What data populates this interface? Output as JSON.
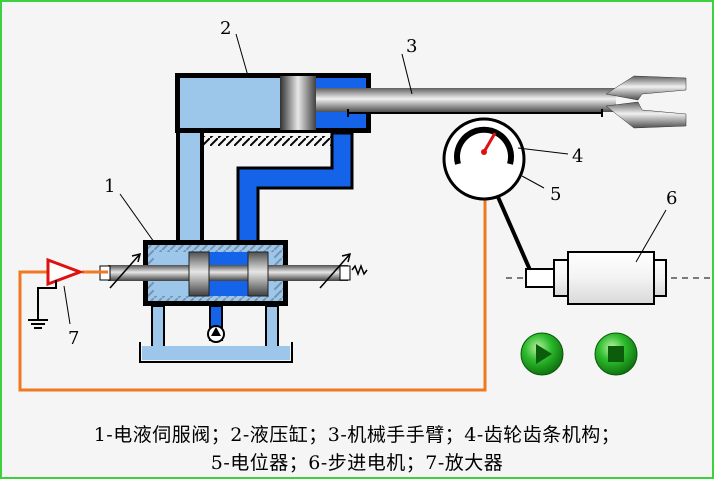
{
  "labels": {
    "n1": "1",
    "n2": "2",
    "n3": "3",
    "n4": "4",
    "n5": "5",
    "n6": "6",
    "n7": "7"
  },
  "caption": {
    "line1": "1-电液伺服阀；2-液压缸；3-机械手手臂；4-齿轮齿条机构；",
    "line2": "5-电位器；6-步进电机；7-放大器"
  },
  "controls": {
    "play_icon": "play-icon",
    "stop_icon": "stop-icon"
  },
  "colors": {
    "fluid_light": "#9cc6ea",
    "fluid_dark": "#1463e8",
    "wire": "#f07820",
    "amplifier": "#e01010",
    "button_green": "#1fa51f",
    "frame_green": "#3fd03f"
  }
}
